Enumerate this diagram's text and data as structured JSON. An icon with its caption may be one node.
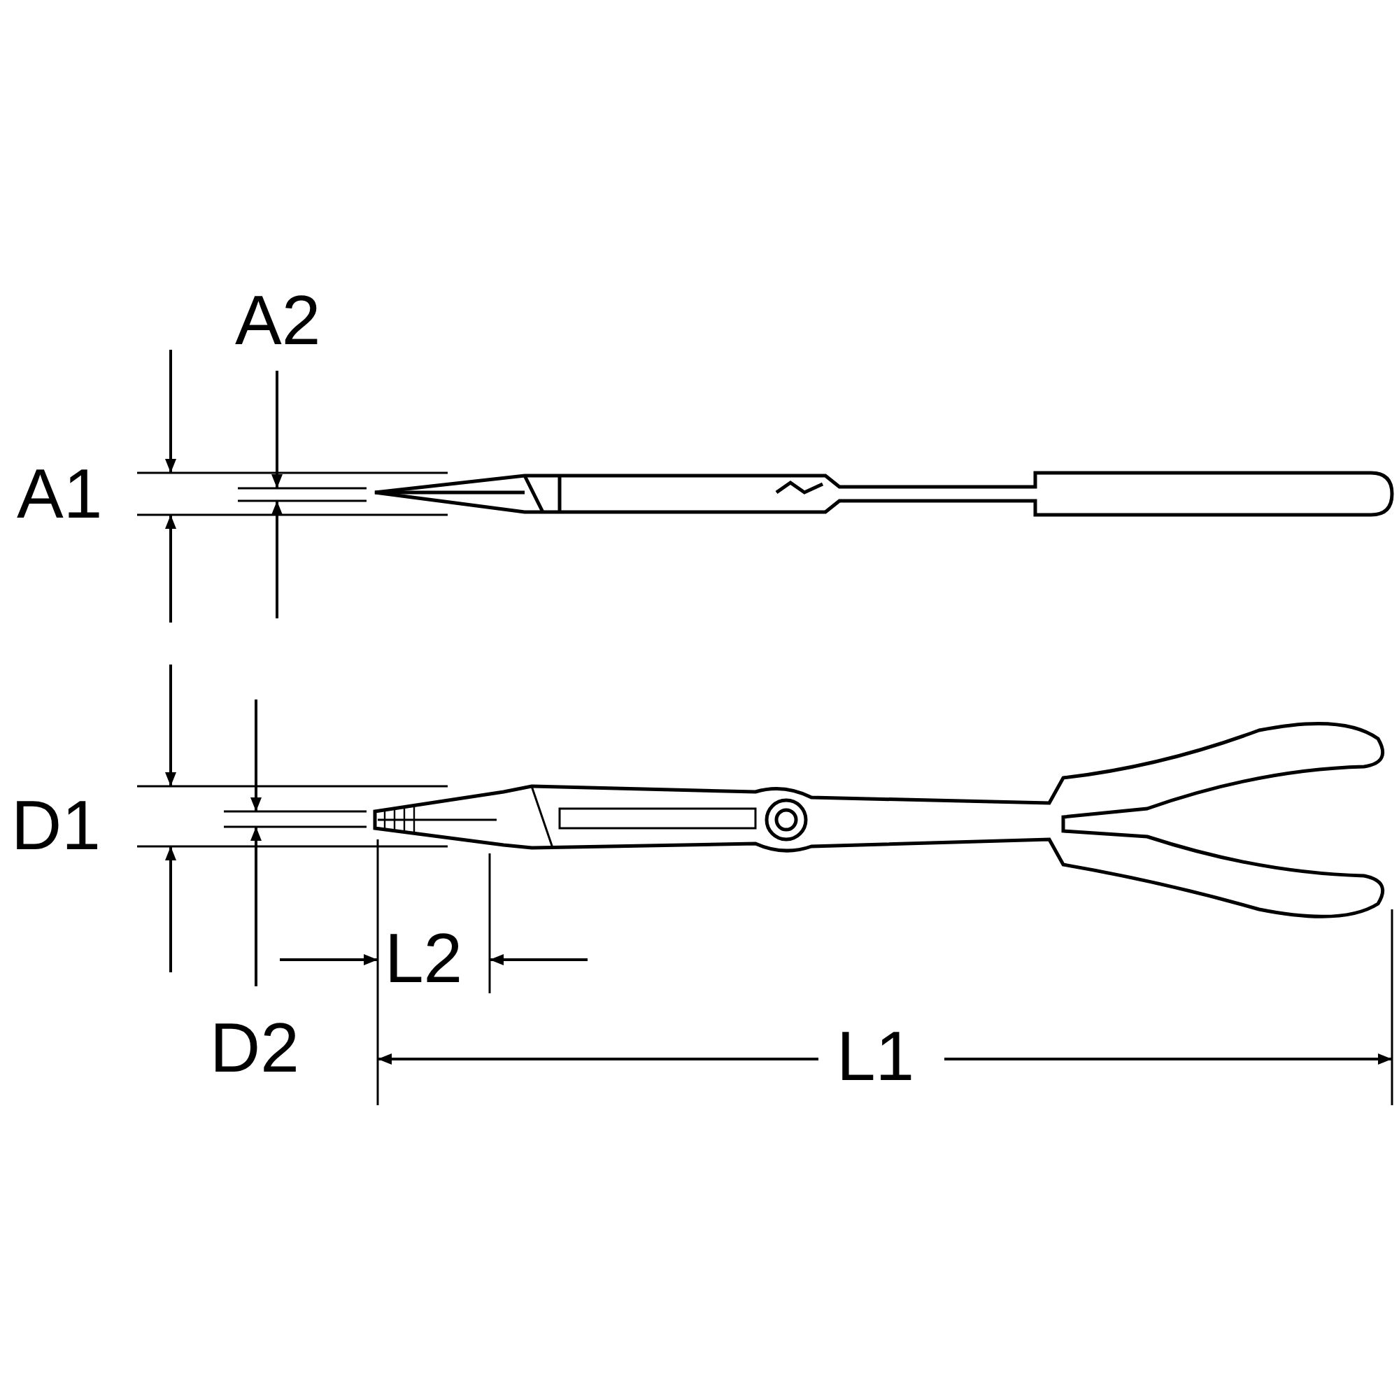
{
  "diagram": {
    "labels": [
      "A2",
      "A1",
      "D1",
      "L2",
      "D2",
      "L1"
    ]
  }
}
